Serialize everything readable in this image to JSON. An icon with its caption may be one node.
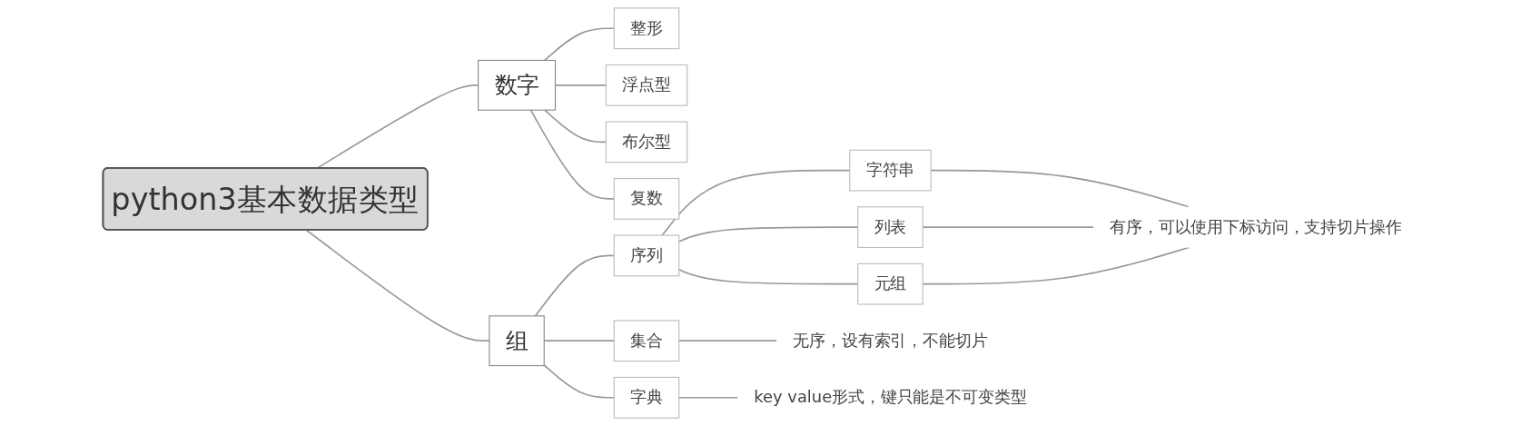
{
  "diagram": {
    "nodes": [
      {
        "text": [
          "python3基本数据类型"
        ]
      },
      {
        "text": [
          "数字"
        ]
      },
      {
        "text": [
          "整形"
        ]
      },
      {
        "text": [
          "浮点型"
        ]
      },
      {
        "text": [
          "布尔型"
        ]
      },
      {
        "text": [
          "复数"
        ]
      },
      {
        "text": [
          "组"
        ]
      },
      {
        "text": [
          "集合"
        ]
      },
      {
        "text": [
          "字典"
        ]
      },
      {
        "text": [
          "序列"
        ]
      },
      {
        "text": [
          "字符串"
        ]
      },
      {
        "text": [
          "列表"
        ]
      },
      {
        "text": [
          "元组"
        ]
      },
      {
        "text": [
          "无序，设有索引，不能切片"
        ]
      },
      {
        "text": [
          "key value形式，键只能是不可变类型"
        ]
      },
      {
        "text": [
          "有序，可以使用下标访问，支持切片操作"
        ]
      }
    ],
    "edges": [
      {
        "from": 0,
        "to": 1,
        "arrow": "none"
      },
      {
        "from": 0,
        "to": 6,
        "arrow": "none"
      },
      {
        "from": 1,
        "to": 2,
        "arrow": "none"
      },
      {
        "from": 1,
        "to": 3,
        "arrow": "none"
      },
      {
        "from": 1,
        "to": 4,
        "arrow": "none"
      },
      {
        "from": 1,
        "to": 5,
        "arrow": "none"
      },
      {
        "from": 6,
        "to": 7,
        "arrow": "none"
      },
      {
        "from": 6,
        "to": 8,
        "arrow": "none"
      },
      {
        "from": 6,
        "to": 9,
        "arrow": "none"
      },
      {
        "from": 9,
        "to": 10,
        "arrow": "none"
      },
      {
        "from": 9,
        "to": 11,
        "arrow": "none"
      },
      {
        "from": 9,
        "to": 12,
        "arrow": "none"
      },
      {
        "from": 7,
        "to": 13,
        "arrow": "none"
      },
      {
        "from": 8,
        "to": 14,
        "arrow": "none"
      },
      {
        "from": 10,
        "to": 15,
        "arrow": "none"
      },
      {
        "from": 11,
        "to": 15,
        "arrow": "none"
      },
      {
        "from": 12,
        "to": 15,
        "arrow": "none"
      }
    ]
  }
}
